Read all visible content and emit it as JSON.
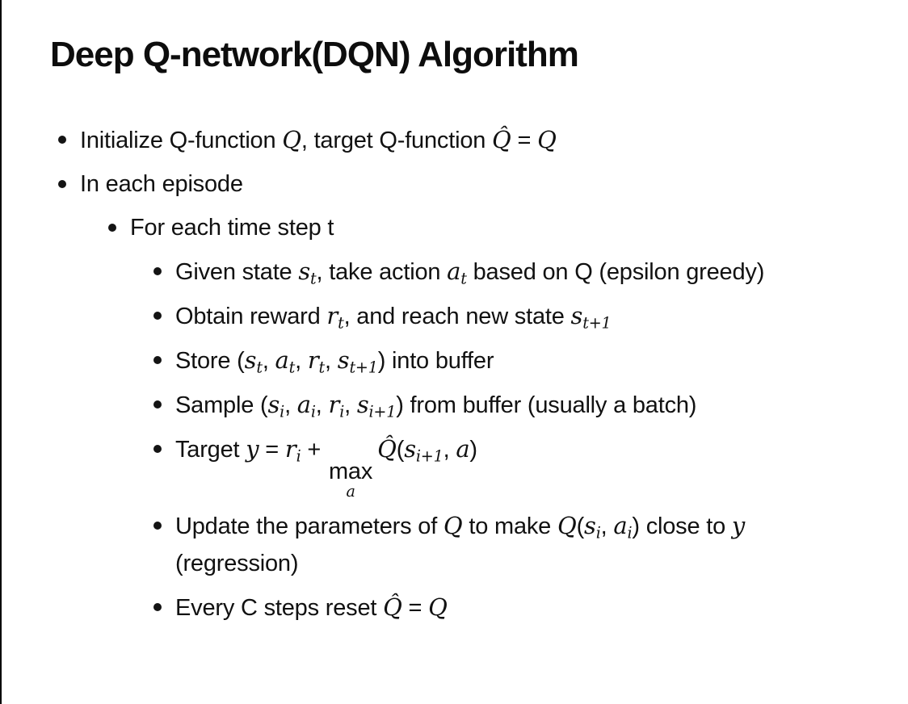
{
  "slide": {
    "title": "Deep Q-network(DQN) Algorithm",
    "bullet_glyph": "•",
    "colors": {
      "background": "#ffffff",
      "text": "#111111",
      "edge_line": "#000000"
    },
    "bullets": [
      {
        "level": 1,
        "segments": [
          {
            "t": "p",
            "v": "Initialize Q-function "
          },
          {
            "t": "m",
            "v": "Q"
          },
          {
            "t": "p",
            "v": ", target Q-function "
          },
          {
            "t": "m",
            "v": "Q̂"
          },
          {
            "t": "p",
            "v": " = "
          },
          {
            "t": "m",
            "v": "Q"
          }
        ]
      },
      {
        "level": 1,
        "segments": [
          {
            "t": "p",
            "v": "In each episode"
          }
        ]
      },
      {
        "level": 2,
        "segments": [
          {
            "t": "p",
            "v": "For each time step t"
          }
        ]
      },
      {
        "level": 3,
        "segments": [
          {
            "t": "p",
            "v": "Given state "
          },
          {
            "t": "m",
            "v": "s"
          },
          {
            "t": "s",
            "v": "t"
          },
          {
            "t": "p",
            "v": ", take action "
          },
          {
            "t": "m",
            "v": "a"
          },
          {
            "t": "s",
            "v": "t"
          },
          {
            "t": "p",
            "v": " based on Q (epsilon greedy)"
          }
        ]
      },
      {
        "level": 3,
        "segments": [
          {
            "t": "p",
            "v": "Obtain reward "
          },
          {
            "t": "m",
            "v": "r"
          },
          {
            "t": "s",
            "v": "t"
          },
          {
            "t": "p",
            "v": ", and reach new state "
          },
          {
            "t": "m",
            "v": "s"
          },
          {
            "t": "s",
            "v": "t+1"
          }
        ]
      },
      {
        "level": 3,
        "segments": [
          {
            "t": "p",
            "v": "Store ("
          },
          {
            "t": "m",
            "v": "s"
          },
          {
            "t": "s",
            "v": "t"
          },
          {
            "t": "p",
            "v": ", "
          },
          {
            "t": "m",
            "v": "a"
          },
          {
            "t": "s",
            "v": "t"
          },
          {
            "t": "p",
            "v": ", "
          },
          {
            "t": "m",
            "v": "r"
          },
          {
            "t": "s",
            "v": "t"
          },
          {
            "t": "p",
            "v": ", "
          },
          {
            "t": "m",
            "v": "s"
          },
          {
            "t": "s",
            "v": "t+1"
          },
          {
            "t": "p",
            "v": ") into buffer"
          }
        ]
      },
      {
        "level": 3,
        "segments": [
          {
            "t": "p",
            "v": "Sample ("
          },
          {
            "t": "m",
            "v": "s"
          },
          {
            "t": "s",
            "v": "i"
          },
          {
            "t": "p",
            "v": ", "
          },
          {
            "t": "m",
            "v": "a"
          },
          {
            "t": "s",
            "v": "i"
          },
          {
            "t": "p",
            "v": ", "
          },
          {
            "t": "m",
            "v": "r"
          },
          {
            "t": "s",
            "v": "i"
          },
          {
            "t": "p",
            "v": ", "
          },
          {
            "t": "m",
            "v": "s"
          },
          {
            "t": "s",
            "v": "i+1"
          },
          {
            "t": "p",
            "v": ") from buffer (usually a batch)"
          }
        ]
      },
      {
        "level": 3,
        "segments": [
          {
            "t": "p",
            "v": "Target "
          },
          {
            "t": "m",
            "v": "y"
          },
          {
            "t": "p",
            "v": " = "
          },
          {
            "t": "m",
            "v": "r"
          },
          {
            "t": "s",
            "v": "i"
          },
          {
            "t": "p",
            "v": " + "
          },
          {
            "t": "max",
            "top": "max",
            "under": "a"
          },
          {
            "t": "m",
            "v": "Q̂"
          },
          {
            "t": "p",
            "v": "("
          },
          {
            "t": "m",
            "v": "s"
          },
          {
            "t": "s",
            "v": "i+1"
          },
          {
            "t": "p",
            "v": ", "
          },
          {
            "t": "m",
            "v": "a"
          },
          {
            "t": "p",
            "v": ")"
          }
        ]
      },
      {
        "level": 3,
        "segments": [
          {
            "t": "p",
            "v": "Update the parameters of "
          },
          {
            "t": "m",
            "v": "Q"
          },
          {
            "t": "p",
            "v": " to make "
          },
          {
            "t": "m",
            "v": "Q"
          },
          {
            "t": "p",
            "v": "("
          },
          {
            "t": "m",
            "v": "s"
          },
          {
            "t": "s",
            "v": "i"
          },
          {
            "t": "p",
            "v": ", "
          },
          {
            "t": "m",
            "v": "a"
          },
          {
            "t": "s",
            "v": "i"
          },
          {
            "t": "p",
            "v": ") close to "
          },
          {
            "t": "m",
            "v": "y"
          },
          {
            "t": "p",
            "v": " (regression)"
          }
        ]
      },
      {
        "level": 3,
        "segments": [
          {
            "t": "p",
            "v": "Every C steps reset "
          },
          {
            "t": "m",
            "v": "Q̂"
          },
          {
            "t": "p",
            "v": " = "
          },
          {
            "t": "m",
            "v": "Q"
          }
        ]
      }
    ]
  }
}
